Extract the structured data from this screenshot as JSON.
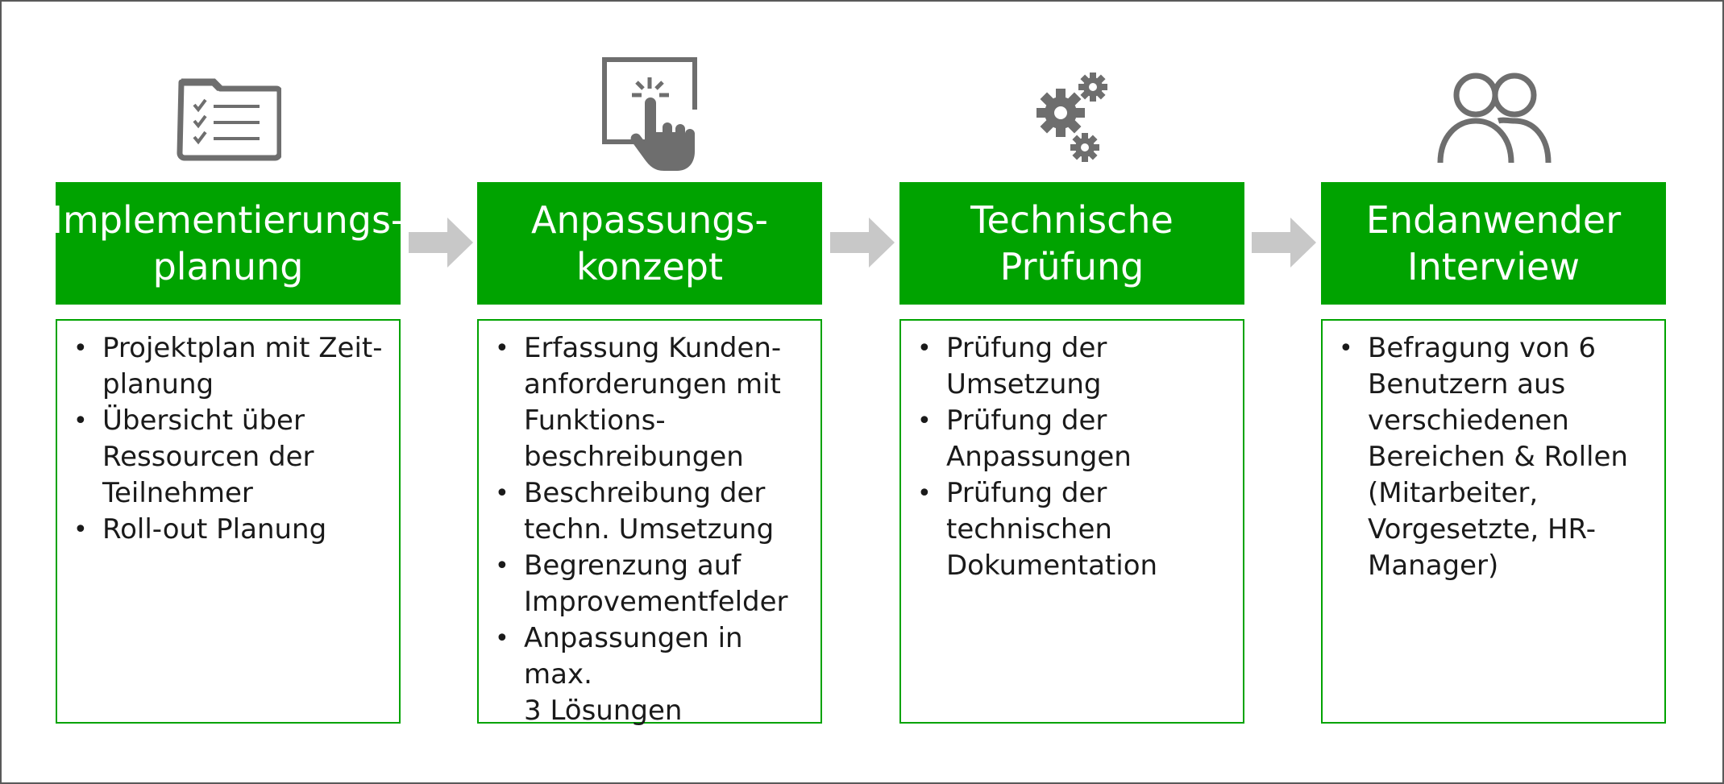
{
  "steps": [
    {
      "icon": "checklist-folder-icon",
      "title_line1": "Implementierungs-",
      "title_line2": "planung",
      "items": [
        [
          "Projektplan mit Zeit-",
          "planung"
        ],
        [
          "Übersicht über",
          "Ressourcen der",
          "Teilnehmer"
        ],
        [
          "Roll-out Planung"
        ]
      ]
    },
    {
      "icon": "touch-screen-icon",
      "title_line1": "Anpassungs-",
      "title_line2": "konzept",
      "items": [
        [
          "Erfassung Kunden-",
          "anforderungen mit",
          "Funktions-",
          "beschreibungen"
        ],
        [
          "Beschreibung der",
          "techn. Umsetzung"
        ],
        [
          "Begrenzung auf",
          "Improvementfelder"
        ],
        [
          "Anpassungen in max.",
          "3 Lösungen"
        ]
      ]
    },
    {
      "icon": "gears-icon",
      "title_line1": "Technische",
      "title_line2": "Prüfung",
      "items": [
        [
          "Prüfung der",
          "Umsetzung"
        ],
        [
          "Prüfung der",
          "Anpassungen"
        ],
        [
          "Prüfung der",
          "technischen",
          "Dokumentation"
        ]
      ]
    },
    {
      "icon": "users-icon",
      "title_line1": "Endanwender",
      "title_line2": "Interview",
      "items": [
        [
          "Befragung von 6",
          "Benutzern aus",
          "verschiedenen",
          "Bereichen & Rollen",
          "(Mitarbeiter,",
          "Vorgesetzte, HR-",
          "Manager)"
        ]
      ]
    }
  ],
  "colors": {
    "header_green": "#00a300",
    "icon_gray": "#6e6e6e",
    "arrow_gray": "#c8c8c8"
  }
}
